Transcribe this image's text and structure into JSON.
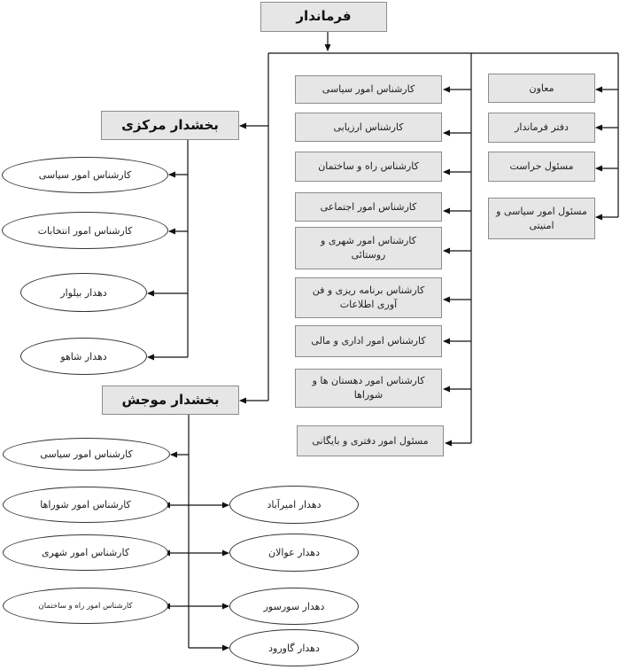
{
  "top": "فرماندار",
  "central_district": {
    "title": "بخشدار مرکزی",
    "experts": [
      "کارشناس امور سیاسی",
      "کارشناس امور انتخابات"
    ],
    "village_heads": [
      "دهدار بیلوار",
      "دهدار شاهو"
    ]
  },
  "mojesh_district": {
    "title": "بخشدار موجش",
    "experts": [
      "کارشناس امور سیاسی",
      "کارشناس امور شوراها",
      "کارشناس امور شهری",
      "کارشناس امور راه و ساختمان"
    ],
    "village_heads": [
      "دهدار امیرآباد",
      "دهدار عوالان",
      "دهدار سورسور",
      "دهدار گاورود"
    ]
  },
  "governor_experts": [
    "کارشناس امور سیاسی",
    "کارشناس ارزیابی",
    "کارشناس راه و ساختمان",
    "کارشناس امور اجتماعی",
    "کارشناس امور شهری و روستائی",
    "کارشناس برنامه ریزی و فن آوری اطلاعات",
    "کارشناس امور اداری و مالی",
    "کارشناس امور دهستان ها و شوراها",
    "مسئول امور دفتری و بایگانی"
  ],
  "governor_staff": [
    "معاون",
    "دفتر فرماندار",
    "مسئول حراست",
    "مسئول امور سیاسی و امنیتی"
  ]
}
